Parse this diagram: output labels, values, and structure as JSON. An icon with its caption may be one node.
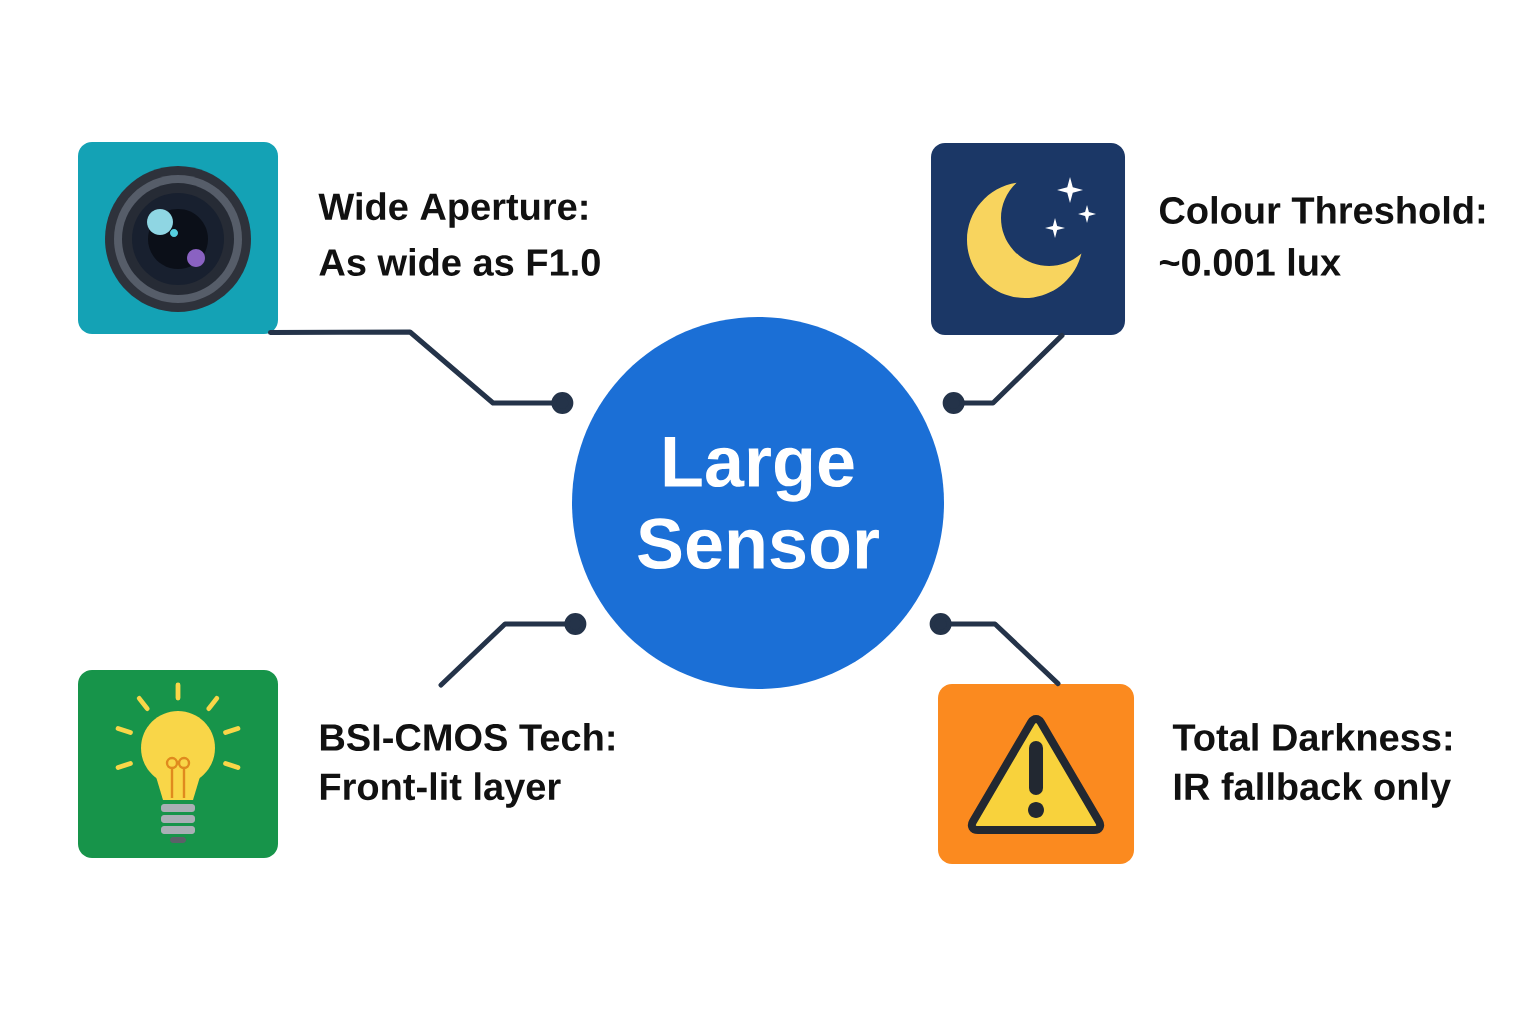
{
  "diagram": {
    "nodes": [
      {
        "text": [],
        "shape": "picture",
        "beside": [
          "Wide Aperture:",
          "As wide as F1.0"
        ]
      },
      {
        "text": [],
        "shape": "picture",
        "beside": [
          "Colour Threshold:",
          "~0.001 lux"
        ]
      },
      {
        "text": [
          "Large Sensor"
        ]
      },
      {
        "text": [],
        "shape": "picture",
        "beside": [
          "BSI-CMOS Tech:",
          "Front-lit layer"
        ]
      },
      {
        "text": [],
        "shape": "picture",
        "beside": [
          "Total Darkness:",
          "IR fallback only"
        ]
      }
    ],
    "edges": [
      {
        "from": 0,
        "to": 2,
        "arrow": "other"
      },
      {
        "from": 1,
        "to": 2,
        "arrow": "other"
      },
      {
        "from": null,
        "to": 2,
        "arrow": "other"
      },
      {
        "from": 4,
        "to": 2,
        "arrow": "other"
      }
    ]
  }
}
